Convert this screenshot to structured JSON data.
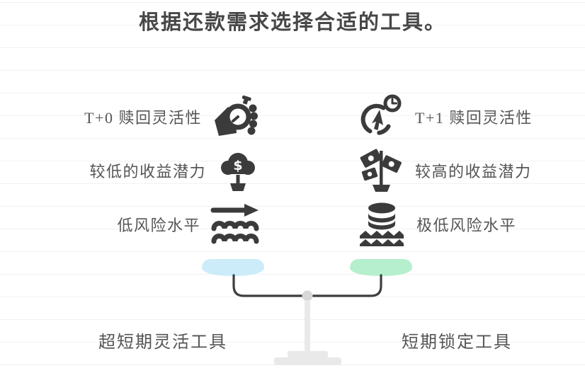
{
  "title": "根据还款需求选择合适的工具。",
  "colors": {
    "icon_ink": "#3b3b3b",
    "left_pan": "#cdecf9",
    "right_pan": "#b6efcd",
    "beam": "#3e3e3e",
    "stand": "#e9e9e9",
    "ruled_line": "#f1f1f1"
  },
  "comparison": {
    "left": {
      "features": [
        {
          "label": "T+0 赎回灵活性",
          "icon": "stopwatch-hand-icon"
        },
        {
          "label": "较低的收益潜力",
          "icon": "money-cloud-tree-icon"
        },
        {
          "label": "低风险水平",
          "icon": "arrow-over-waves-icon"
        }
      ],
      "pan_color": "#cdecf9",
      "category": "超短期灵活工具"
    },
    "right": {
      "features": [
        {
          "label": "T+1 赎回灵活性",
          "icon": "tap-clock-icon"
        },
        {
          "label": "较高的收益潜力",
          "icon": "money-plant-icon"
        },
        {
          "label": "极低风险水平",
          "icon": "coins-over-waves-icon"
        }
      ],
      "pan_color": "#b6efcd",
      "category": "短期锁定工具"
    }
  }
}
